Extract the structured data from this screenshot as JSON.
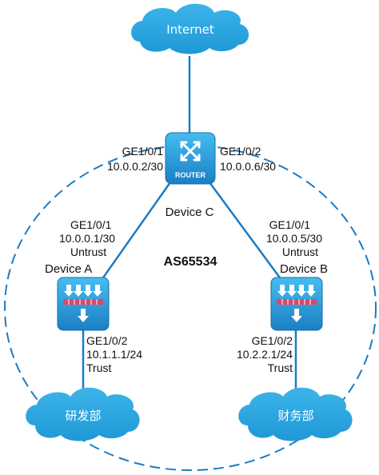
{
  "internet": {
    "label": "Internet"
  },
  "as_label": "AS65534",
  "device_c": {
    "name": "Device C",
    "badge": "ROUTER",
    "left_port": {
      "name": "GE1/0/1",
      "ip": "10.0.0.2/30"
    },
    "right_port": {
      "name": "GE1/0/2",
      "ip": "10.0.0.6/30"
    }
  },
  "device_a": {
    "name": "Device A",
    "up_port": {
      "name": "GE1/0/1",
      "ip": "10.0.0.1/30",
      "zone": "Untrust"
    },
    "down_port": {
      "name": "GE1/0/2",
      "ip": "10.1.1.1/24",
      "zone": "Trust"
    }
  },
  "device_b": {
    "name": "Device B",
    "up_port": {
      "name": "GE1/0/1",
      "ip": "10.0.0.5/30",
      "zone": "Untrust"
    },
    "down_port": {
      "name": "GE1/0/2",
      "ip": "10.2.2.1/24",
      "zone": "Trust"
    }
  },
  "cloud_rd": {
    "label": "研发部"
  },
  "cloud_fin": {
    "label": "财务部"
  },
  "colors": {
    "cloud": "#29a8df",
    "device_top": "#3fb7ec",
    "device_bottom": "#1c7fc4",
    "link": "#1d7bc3",
    "boundary": "#1d7bc3",
    "fw_bar": "#d64b6a"
  }
}
